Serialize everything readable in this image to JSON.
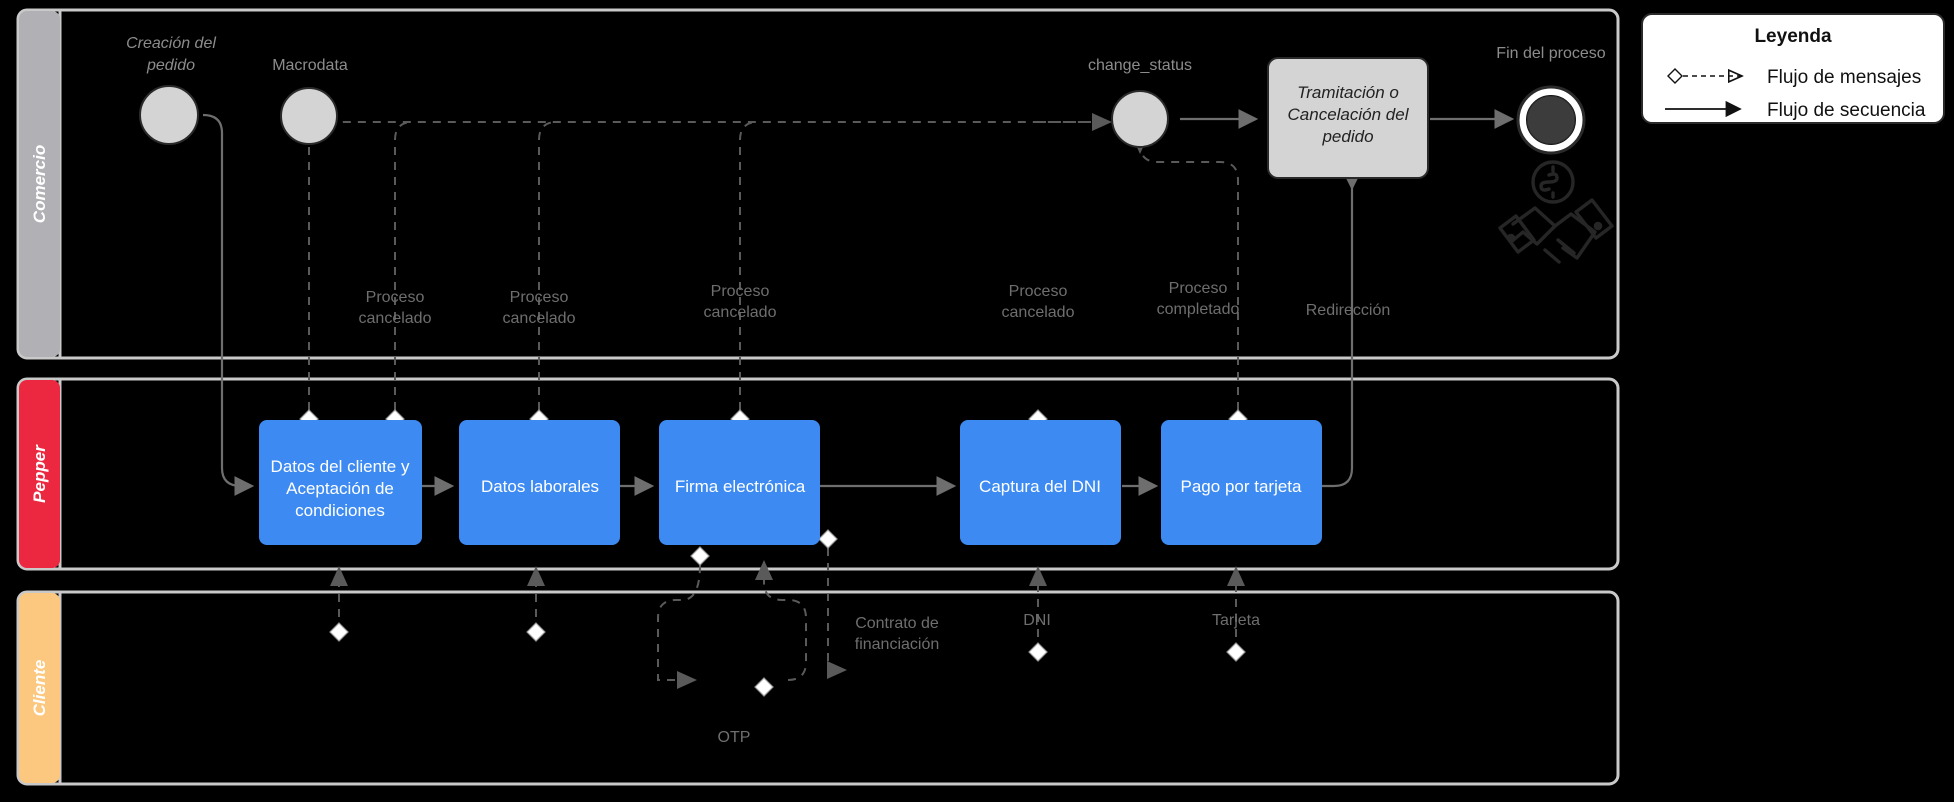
{
  "diagram": {
    "type": "bpmn-collaboration",
    "background": "#000000",
    "colors": {
      "task_fill": "#3d8bf2",
      "task_text": "#ffffff",
      "lane_comercio": "#b0b0b5",
      "lane_pepper": "#ec2740",
      "lane_cliente": "#fcc77e",
      "event_fill": "#d4d4d4",
      "flow_line": "#6e6e6e",
      "label_text": "#8c8c8c",
      "legend_bg": "#ffffff"
    }
  },
  "lanes": [
    {
      "id": "comercio",
      "label": "Comercio",
      "color": "#b0b0b5"
    },
    {
      "id": "pepper",
      "label": "Pepper",
      "color": "#ec2740"
    },
    {
      "id": "cliente",
      "label": "Cliente",
      "color": "#fcc77e"
    }
  ],
  "events": [
    {
      "id": "creacion",
      "label": "Creación del pedido",
      "lane": "comercio",
      "shape": "start-event",
      "italic": true
    },
    {
      "id": "macrodata",
      "label": "Macrodata",
      "lane": "comercio",
      "shape": "intermediate-event",
      "italic": false
    },
    {
      "id": "change_status",
      "label": "change_status",
      "lane": "comercio",
      "shape": "intermediate-event",
      "italic": false
    },
    {
      "id": "fin",
      "label": "Fin del proceso",
      "lane": "comercio",
      "shape": "end-event",
      "italic": false
    }
  ],
  "tasks": [
    {
      "id": "tramitacion",
      "label": "Tramitación o Cancelación del pedido",
      "lane": "comercio",
      "style": "grey-italic"
    },
    {
      "id": "datos_cliente",
      "label": "Datos del cliente y Aceptación de condiciones",
      "lane": "pepper",
      "style": "blue"
    },
    {
      "id": "datos_laborales",
      "label": "Datos laborales",
      "lane": "pepper",
      "style": "blue"
    },
    {
      "id": "firma",
      "label": "Firma electrónica",
      "lane": "pepper",
      "style": "blue"
    },
    {
      "id": "dni",
      "label": "Captura del DNI",
      "lane": "pepper",
      "style": "blue"
    },
    {
      "id": "pago",
      "label": "Pago por tarjeta",
      "lane": "pepper",
      "style": "blue"
    }
  ],
  "flow_labels": [
    {
      "id": "cancel1",
      "text_line1": "Proceso",
      "text_line2": "cancelado"
    },
    {
      "id": "cancel2",
      "text_line1": "Proceso",
      "text_line2": "cancelado"
    },
    {
      "id": "cancel3",
      "text_line1": "Proceso",
      "text_line2": "cancelado"
    },
    {
      "id": "cancel4",
      "text_line1": "Proceso",
      "text_line2": "cancelado"
    },
    {
      "id": "completado",
      "text_line1": "Proceso",
      "text_line2": "completado"
    },
    {
      "id": "redireccion",
      "text_line1": "Redirección",
      "text_line2": ""
    },
    {
      "id": "contrato",
      "text_line1": "Contrato de",
      "text_line2": "financiación"
    },
    {
      "id": "dni_msg",
      "text_line1": "DNI",
      "text_line2": ""
    },
    {
      "id": "tarjeta_msg",
      "text_line1": "Tarjeta",
      "text_line2": ""
    },
    {
      "id": "otp",
      "text_line1": "OTP",
      "text_line2": ""
    }
  ],
  "legend": {
    "title": "Leyenda",
    "items": [
      {
        "id": "message-flow",
        "label": "Flujo de mensajes",
        "style": "dashed-diamond-arrow"
      },
      {
        "id": "sequence-flow",
        "label": "Flujo de secuencia",
        "style": "solid-filled-arrow"
      }
    ]
  },
  "watermark": {
    "id": "handshake-money-icon",
    "label": "handshake-money"
  }
}
